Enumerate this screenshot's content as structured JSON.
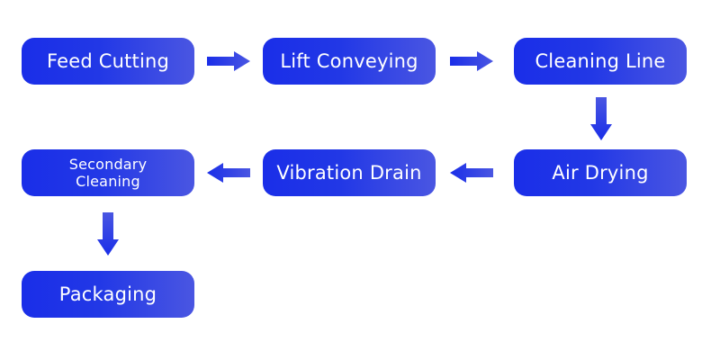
{
  "steps": {
    "feed_cutting": "Feed Cutting",
    "lift_conveying": "Lift Conveying",
    "cleaning_line": "Cleaning Line",
    "air_drying": "Air Drying",
    "vibration_drain": "Vibration Drain",
    "secondary_cleaning_line1": "Secondary",
    "secondary_cleaning_line2": "Cleaning",
    "packaging": "Packaging"
  },
  "colors": {
    "node_start": "#1a2ee8",
    "node_end": "#4a56e2",
    "arrow": "#2a3ae6",
    "text": "#ffffff"
  }
}
